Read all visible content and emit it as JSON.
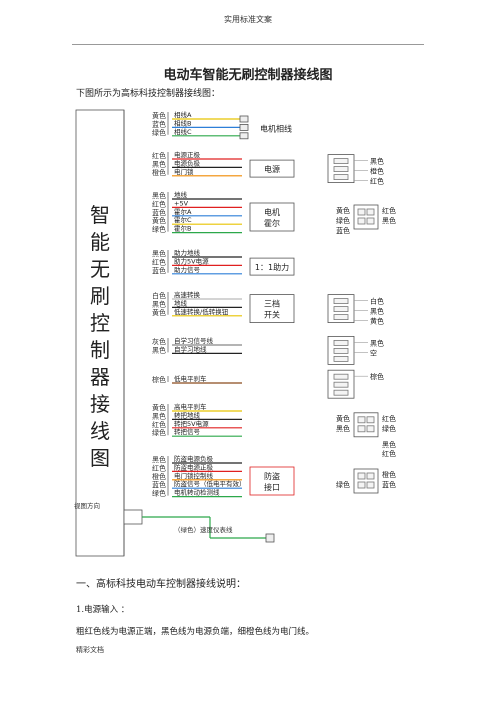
{
  "page": {
    "header": "实用标准文案",
    "title": "电动车智能无刷控制器接线图",
    "intro": "下图所示为高标科技控制器接线图：",
    "section_heading": "一、高标科技电动车控制器接线说明：",
    "item_1": "1.电源输入 ：",
    "item_1_text": "粗红色线为电源正端，黑色线为电源负端，细橙色线为电门线。",
    "footer": "精彩文档"
  },
  "diagram": {
    "title_vertical": [
      "智",
      "能",
      "无",
      "刷",
      "控",
      "制",
      "器",
      "接",
      "线",
      "图"
    ],
    "view_direction": "视图方向",
    "colors": {
      "yellow": "#e8c400",
      "blue": "#2d7fd8",
      "green": "#2ca84a",
      "red": "#e02020",
      "black": "#222222",
      "orange": "#f08a00",
      "white": "#bbbbbb",
      "grey": "#888888",
      "brown": "#8b4a1c",
      "purple": "#9b59b6"
    },
    "groups": [
      {
        "id": "motor-phase",
        "colors": [
          "黄色",
          "蓝色",
          "绿色"
        ],
        "wires": [
          "相线A",
          "相线B",
          "相线C"
        ],
        "wire_colors": [
          "yellow",
          "blue",
          "green"
        ],
        "box": "电机相线"
      },
      {
        "id": "power",
        "colors": [
          "红色",
          "黑色",
          "橙色"
        ],
        "wires": [
          "电源正极",
          "电源负极",
          "电门锁"
        ],
        "wire_colors": [
          "red",
          "black",
          "orange"
        ],
        "box": "电源",
        "connector_labels": [
          "黑色",
          "橙色",
          "红色"
        ]
      },
      {
        "id": "hall",
        "colors": [
          "黑色",
          "红色",
          "蓝色",
          "黄色",
          "绿色"
        ],
        "wires": [
          "地线",
          "+5V",
          "霍尔A",
          "霍尔C",
          "霍尔B"
        ],
        "wire_colors": [
          "black",
          "red",
          "blue",
          "yellow",
          "green"
        ],
        "box": [
          "电机",
          "霍尔"
        ],
        "connector_left": [
          "黄色",
          "绿色",
          "蓝色"
        ],
        "connector_right": [
          "红色",
          "黑色"
        ]
      },
      {
        "id": "assist",
        "colors": [
          "黑色",
          "红色",
          "蓝色"
        ],
        "wires": [
          "助力地线",
          "助力5V电源",
          "助力信号"
        ],
        "wire_colors": [
          "black",
          "red",
          "blue"
        ],
        "box": "1：1助力"
      },
      {
        "id": "three-speed",
        "colors": [
          "白色",
          "黑色",
          "黄色"
        ],
        "wires": [
          "高速转换",
          "地线",
          "低速转换/低转换钮"
        ],
        "wire_colors": [
          "white",
          "black",
          "yellow"
        ],
        "box": [
          "三档",
          "开关"
        ],
        "connector_labels": [
          "白色",
          "黑色",
          "黄色"
        ]
      },
      {
        "id": "self-learn",
        "colors": [
          "灰色",
          "黑色"
        ],
        "wires": [
          "自学习信号线",
          "自学习地线"
        ],
        "wire_colors": [
          "grey",
          "black"
        ],
        "connector_labels": [
          "黑色",
          "空"
        ]
      },
      {
        "id": "brake-low",
        "colors": [
          "棕色"
        ],
        "wires": [
          "低电平刹车"
        ],
        "wire_colors": [
          "brown"
        ],
        "connector_labels": [
          "棕色"
        ]
      },
      {
        "id": "throttle",
        "colors": [
          "黄色",
          "黑色",
          "红色",
          "绿色"
        ],
        "wires": [
          "高电平刹车",
          "转把地线",
          "转把5V电源",
          "转把信号"
        ],
        "wire_colors": [
          "yellow",
          "black",
          "red",
          "green"
        ],
        "connector_left": [
          "黄色",
          "黑色"
        ],
        "connector_right": [
          "红色",
          "绿色"
        ]
      },
      {
        "id": "anti-theft",
        "colors": [
          "黑色",
          "红色",
          "橙色",
          "蓝色",
          "绿色"
        ],
        "wires": [
          "防盗电源负极",
          "防盗电源正极",
          "电门锁控制线",
          "防盗信号（低电平有效）",
          "电机转动检测线"
        ],
        "wire_colors": [
          "black",
          "red",
          "orange",
          "blue",
          "green"
        ],
        "box": [
          "防盗",
          "接口"
        ],
        "connector_top": [
          "黑色",
          "红色"
        ],
        "connector_left": "绿色",
        "connector_right": [
          "橙色",
          "蓝色"
        ]
      }
    ],
    "speedometer": "（绿色）速度仪表线"
  }
}
